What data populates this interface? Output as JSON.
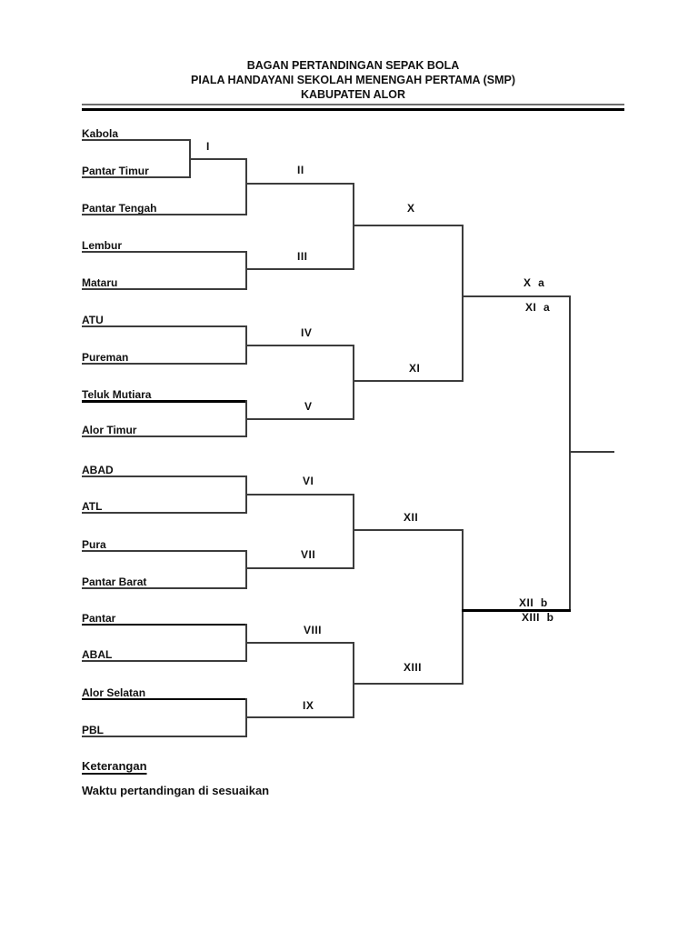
{
  "title": {
    "line1": "BAGAN PERTANDINGAN SEPAK BOLA",
    "line2": "PIALA HANDAYANI SEKOLAH MENENGAH PERTAMA (SMP)",
    "line3": "KABUPATEN ALOR"
  },
  "bracket": {
    "teams": [
      {
        "name": "Kabola"
      },
      {
        "name": "Pantar Timur"
      },
      {
        "name": "Pantar Tengah"
      },
      {
        "name": "Lembur"
      },
      {
        "name": "Mataru"
      },
      {
        "name": "ATU"
      },
      {
        "name": "Pureman"
      },
      {
        "name": "Teluk Mutiara"
      },
      {
        "name": "Alor Timur"
      },
      {
        "name": "ABAD"
      },
      {
        "name": "ATL"
      },
      {
        "name": "Pura"
      },
      {
        "name": "Pantar Barat"
      },
      {
        "name": "Pantar"
      },
      {
        "name": "ABAL"
      },
      {
        "name": "Alor Selatan"
      },
      {
        "name": "PBL"
      }
    ],
    "matches": [
      {
        "label": "I"
      },
      {
        "label": "II"
      },
      {
        "label": "III"
      },
      {
        "label": "IV"
      },
      {
        "label": "V"
      },
      {
        "label": "VI"
      },
      {
        "label": "VII"
      },
      {
        "label": "VIII"
      },
      {
        "label": "IX"
      },
      {
        "label": "X"
      },
      {
        "label": "XI"
      },
      {
        "label": "XII"
      },
      {
        "label": "XIII"
      },
      {
        "label": "X  a"
      },
      {
        "label": "XI  a"
      },
      {
        "label": "XII  b"
      },
      {
        "label": "XIII  b"
      }
    ]
  },
  "footer": {
    "heading": "Keterangan",
    "note": "Waktu pertandingan di sesuaikan"
  },
  "colors": {
    "line": "#3c3c3c",
    "bold_line": "#000000",
    "text": "#111111",
    "page_bg": "#ffffff"
  }
}
